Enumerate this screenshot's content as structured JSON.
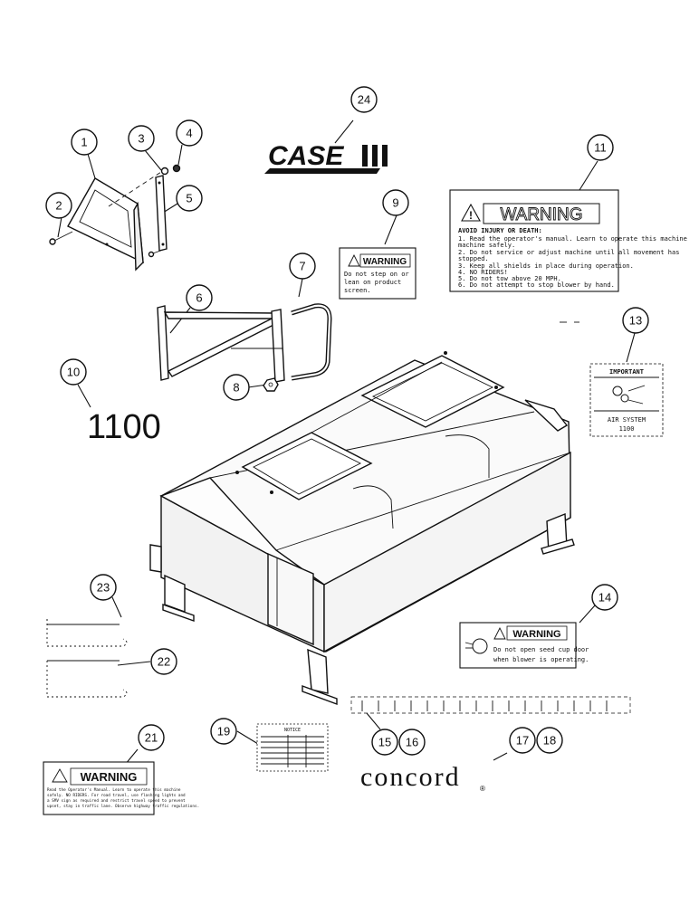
{
  "callouts": [
    "1",
    "2",
    "3",
    "4",
    "5",
    "6",
    "7",
    "8",
    "9",
    "10",
    "11",
    "13",
    "14",
    "15",
    "16",
    "17",
    "18",
    "19",
    "21",
    "22",
    "23",
    "24"
  ],
  "model_number": "1100",
  "brand_logo": "CASE",
  "concord_logo": "concord",
  "registered_mark": "®",
  "decal_9": {
    "header": "WARNING",
    "lines": [
      "Do not step on or",
      "lean on product",
      "screen."
    ]
  },
  "decal_11": {
    "header": "WARNING",
    "title": "AVOID INJURY OR DEATH:",
    "lines": [
      "1. Read the operator's manual. Learn to operate this machine",
      "    machine safely.",
      "2. Do not service or adjust machine until all movement has",
      "    stopped.",
      "3. Keep all shields in place during operation.",
      "4. NO RIDERS!",
      "5. Do not tow above 20 MPH.",
      "6. Do not attempt to stop blower by hand."
    ]
  },
  "decal_13": {
    "header": "IMPORTANT",
    "lines": [
      "AIR SYSTEM",
      "1100"
    ]
  },
  "decal_14": {
    "header": "WARNING",
    "lines": [
      "Do not open seed cup door",
      "when blower is operating."
    ]
  },
  "decal_19": {
    "header": "NOTICE"
  },
  "decal_21": {
    "header": "WARNING",
    "lines": [
      "Read the Operator's Manual. Learn to operate this machine",
      "safely. NO RIDERS. For road travel, use flashing lights and",
      "a SMV sign as required and restrict travel speed to prevent",
      "upset, stay in traffic lane. Observe highway traffic regulations."
    ]
  }
}
